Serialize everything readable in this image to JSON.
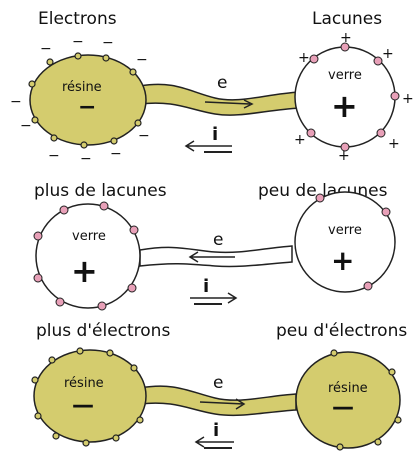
{
  "colors": {
    "resin_fill": "#d4cc6e",
    "glass_fill": "#ffffff",
    "outline": "#222222",
    "hole_marker": "#e8a0b8",
    "tube_fill": "#d4cc6e"
  },
  "panel1": {
    "left_heading": "Electrons",
    "right_heading": "Lacunes",
    "left_body_label": "résine",
    "left_body_sign": "−",
    "right_body_label": "verre",
    "right_body_sign": "+",
    "flow_label": "e",
    "current_symbol": "i",
    "surface_minus": "−",
    "surface_plus": "+"
  },
  "panel2": {
    "left_heading": "plus de lacunes",
    "right_heading": "peu de lacunes",
    "left_body_label": "verre",
    "left_body_sign": "+",
    "right_body_label": "verre",
    "right_body_sign": "+",
    "flow_label": "e",
    "current_symbol": "i"
  },
  "panel3": {
    "left_heading": "plus d'électrons",
    "right_heading": "peu d'électrons",
    "left_body_label": "résine",
    "left_body_sign": "—",
    "right_body_label": "résine",
    "right_body_sign": "—",
    "flow_label": "e",
    "current_symbol": "i"
  }
}
